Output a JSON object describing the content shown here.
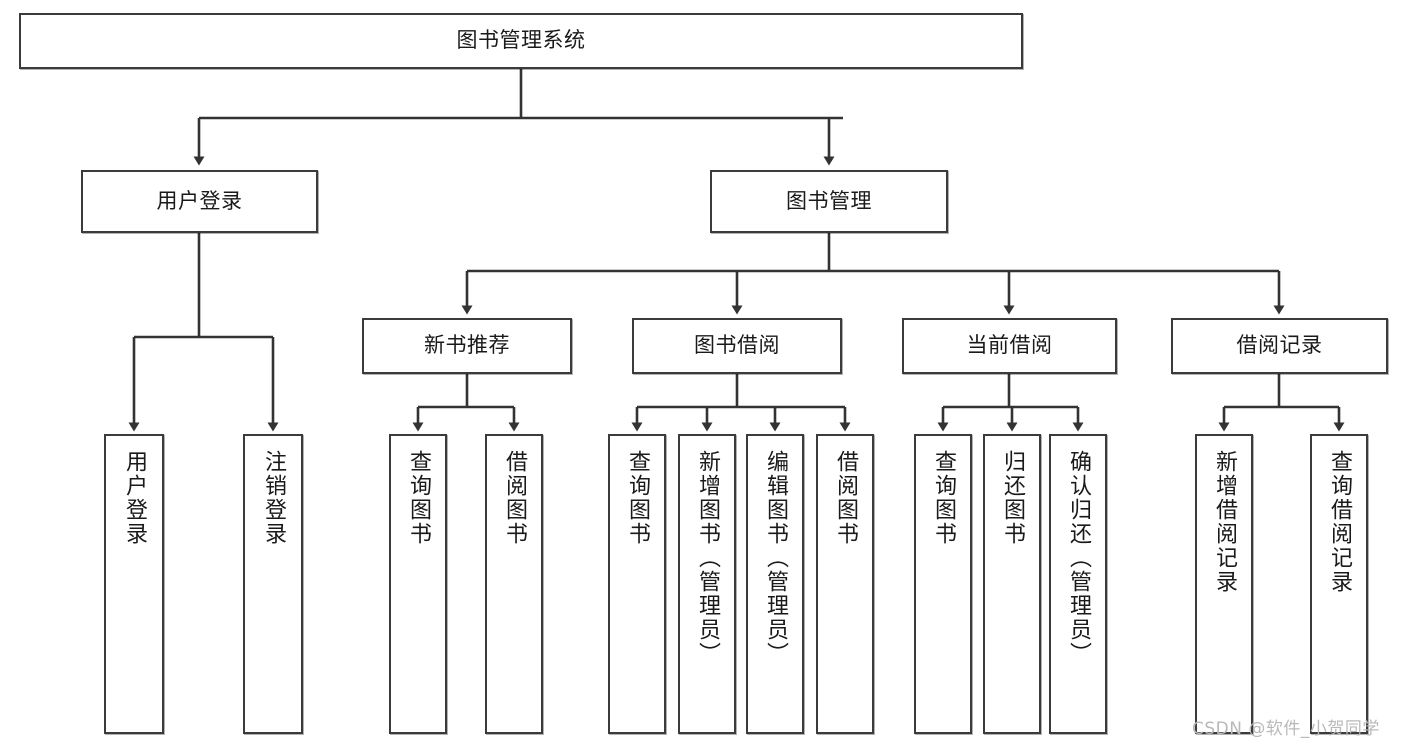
{
  "diagram": {
    "title": "图书管理系统",
    "type": "tree-hierarchy-diagram",
    "colors": {
      "box_border": "#3b3b3b",
      "box_fill": "#ffffff",
      "edge": "#333333",
      "text": "#1a1a1a",
      "watermark": "#b9b9b9",
      "background": "#ffffff"
    },
    "root": {
      "label": "图书管理系统"
    },
    "level2": [
      {
        "label": "用户登录"
      },
      {
        "label": "图书管理"
      }
    ],
    "level3": [
      {
        "label": "新书推荐"
      },
      {
        "label": "图书借阅"
      },
      {
        "label": "当前借阅"
      },
      {
        "label": "借阅记录"
      }
    ],
    "leaves_user_login": [
      {
        "label": "用户登录"
      },
      {
        "label": "注销登录"
      }
    ],
    "leaves_new_books": [
      {
        "label": "查询图书"
      },
      {
        "label": "借阅图书"
      }
    ],
    "leaves_book_borrow": [
      {
        "label": "查询图书"
      },
      {
        "label": "新增图书（管理员）"
      },
      {
        "label": "编辑图书（管理员）"
      },
      {
        "label": "借阅图书"
      }
    ],
    "leaves_current_borrow": [
      {
        "label": "查询图书"
      },
      {
        "label": "归还图书"
      },
      {
        "label": "确认归还（管理员）"
      }
    ],
    "leaves_borrow_records": [
      {
        "label": "新增借阅记录"
      },
      {
        "label": "查询借阅记录"
      }
    ]
  },
  "watermark": {
    "text": "CSDN @软件_小贺同学"
  }
}
